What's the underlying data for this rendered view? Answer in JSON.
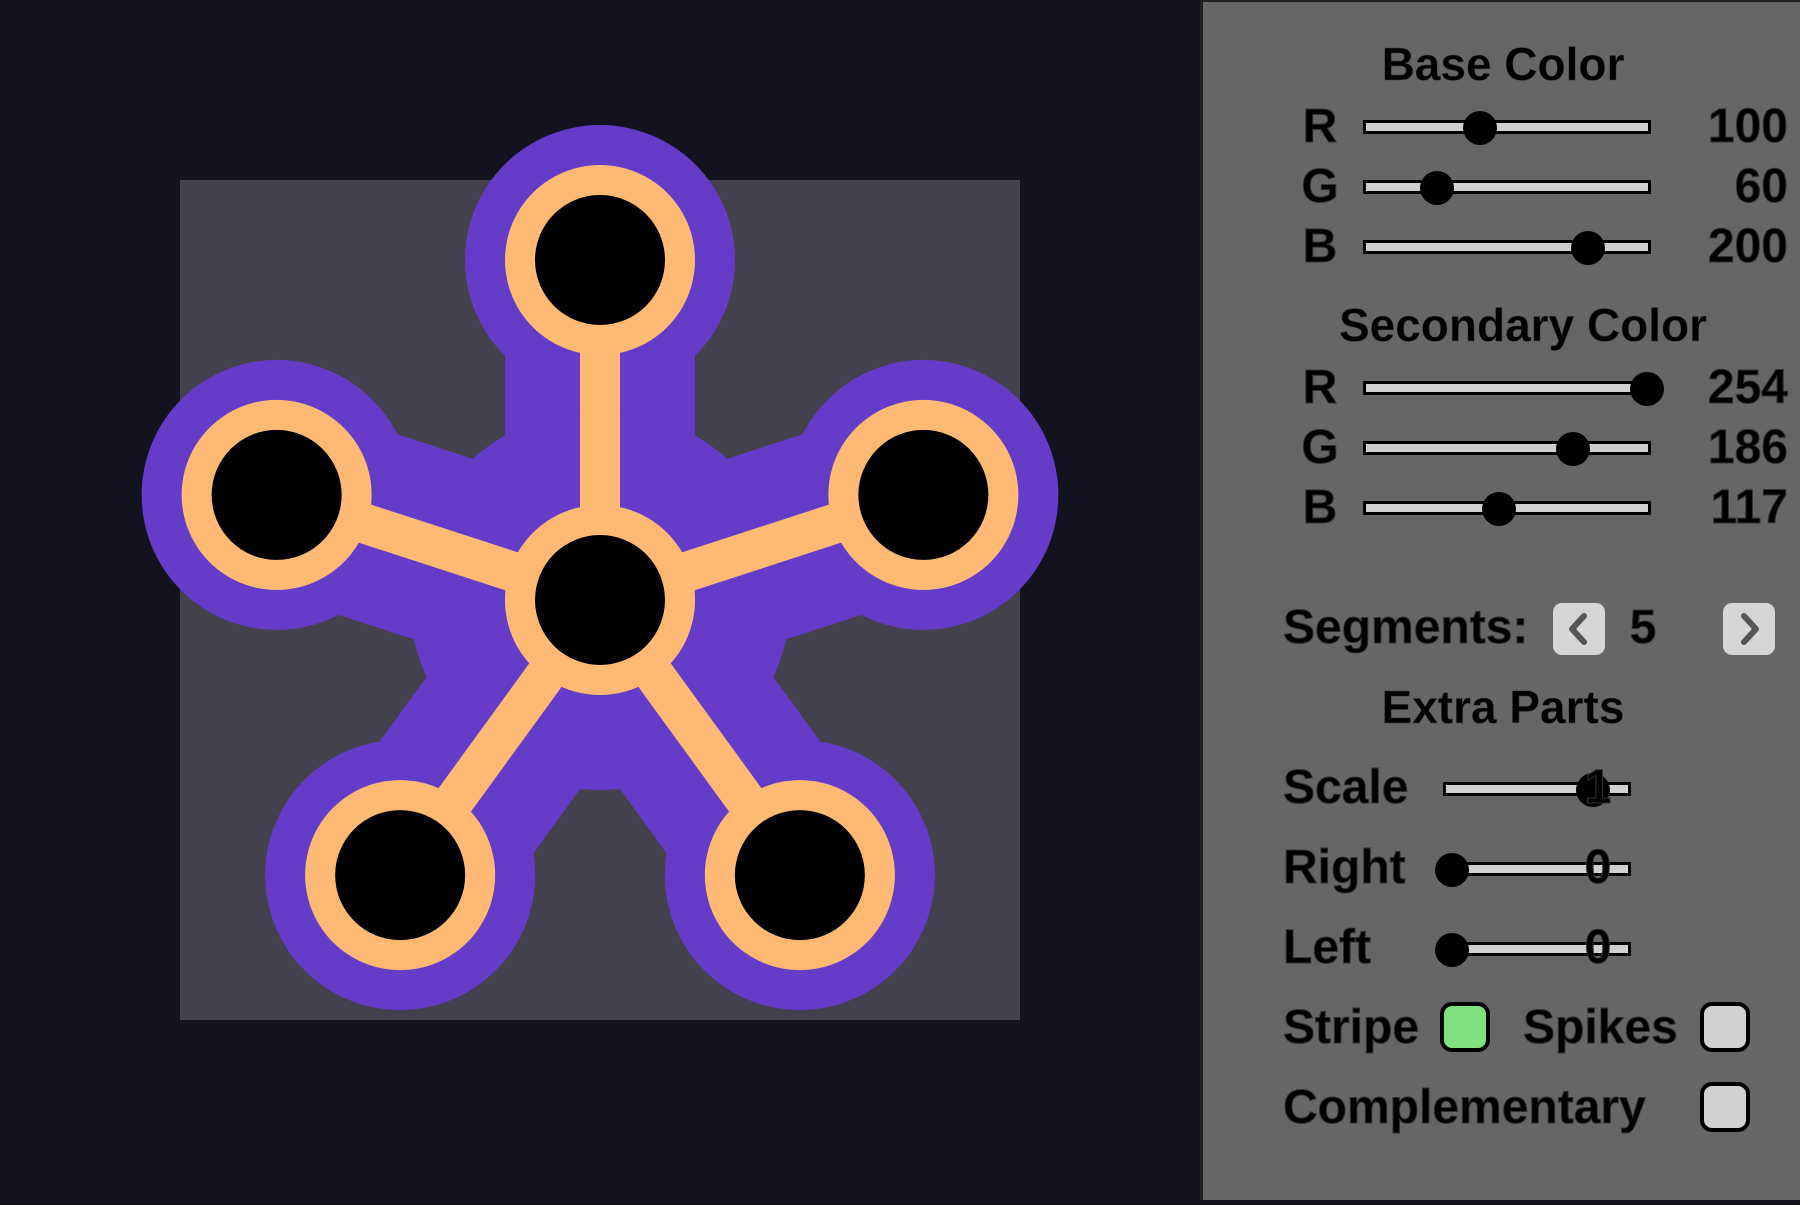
{
  "colors": {
    "background": "#131320",
    "canvas_square": "#42414d",
    "base": "#643cc8",
    "secondary": "#feba75",
    "panel": "#666666",
    "checkbox_on": "#7ee07e",
    "checkbox_off": "#d0d0d0"
  },
  "shape": {
    "name": "spinner",
    "segments": 5
  },
  "panel": {
    "base_color": {
      "title": "Base Color",
      "r": {
        "label": "R",
        "value": "100",
        "level": 100,
        "max": 255
      },
      "g": {
        "label": "G",
        "value": "60",
        "level": 60,
        "max": 255
      },
      "b": {
        "label": "B",
        "value": "200",
        "level": 200,
        "max": 255
      }
    },
    "secondary_color": {
      "title": "Secondary Color",
      "r": {
        "label": "R",
        "value": "254",
        "level": 254,
        "max": 255
      },
      "g": {
        "label": "G",
        "value": "186",
        "level": 186,
        "max": 255
      },
      "b": {
        "label": "B",
        "value": "117",
        "level": 117,
        "max": 255
      }
    },
    "segments": {
      "label": "Segments:",
      "value": "5",
      "prev_icon": "chevron-left-icon",
      "next_icon": "chevron-right-icon"
    },
    "extra_parts": {
      "title": "Extra Parts",
      "scale": {
        "label": "Scale",
        "value": "1",
        "level": 0.8
      },
      "right": {
        "label": "Right",
        "value": "0",
        "level": 0
      },
      "left": {
        "label": "Left",
        "value": "0",
        "level": 0
      }
    },
    "stripe": {
      "label": "Stripe",
      "checked": true
    },
    "spikes": {
      "label": "Spikes",
      "checked": false
    },
    "complementary": {
      "label": "Complementary",
      "checked": false
    }
  }
}
